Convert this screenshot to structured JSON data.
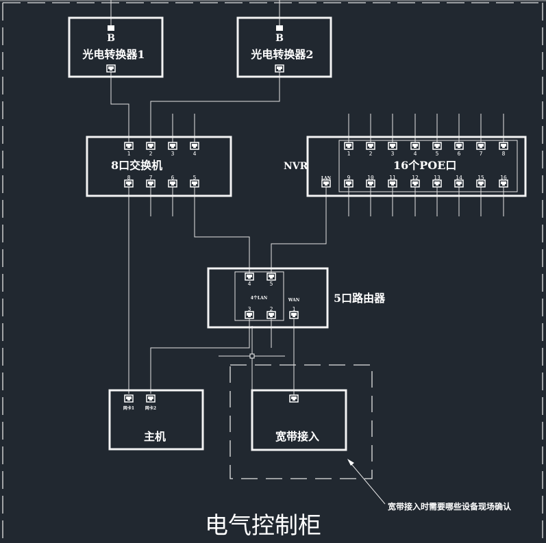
{
  "diagram": {
    "title": "电气控制柜",
    "annotation": "宽带接入时需要哪些设备现场确认",
    "colors": {
      "background": "#212830",
      "line": "#e6e6e6",
      "text": "#ffffff"
    },
    "converter1": {
      "name": "光电转换器1",
      "port_top": "B"
    },
    "converter2": {
      "name": "光电转换器2",
      "port_top": "B"
    },
    "switch": {
      "name": "8口交换机",
      "top_ports": [
        "1",
        "2",
        "3",
        "4"
      ],
      "bottom_ports": [
        "8",
        "7",
        "6",
        "5"
      ]
    },
    "nvr": {
      "name": "NVR",
      "poe_label": "16个POE口",
      "lan_port": "LAN",
      "top_ports": [
        "1",
        "2",
        "3",
        "4",
        "5",
        "6",
        "7",
        "8"
      ],
      "bottom_ports": [
        "9",
        "10",
        "11",
        "12",
        "13",
        "14",
        "15",
        "16"
      ]
    },
    "router": {
      "name": "5口路由器",
      "lan_group_label": "4个LAN",
      "wan_label": "WAN",
      "lan_top_ports": [
        "4",
        "5"
      ],
      "lan_bottom_ports": [
        "3",
        "2"
      ],
      "wan_port": "1"
    },
    "host": {
      "name": "主机",
      "ports": [
        "网卡1",
        "网卡2"
      ]
    },
    "broadband": {
      "name": "宽带接入"
    }
  }
}
